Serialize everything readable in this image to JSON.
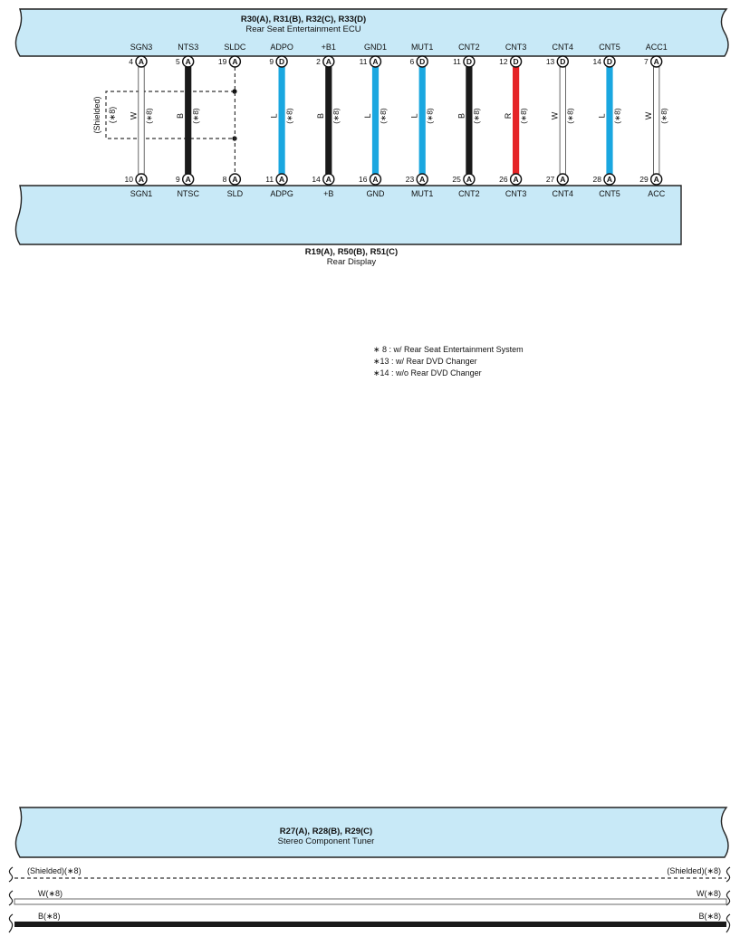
{
  "ecu": {
    "connectors": "R30(A), R31(B), R32(C), R33(D)",
    "name": "Rear Seat Entertainment ECU"
  },
  "display": {
    "connectors": "R19(A), R50(B), R51(C)",
    "name": "Rear Display"
  },
  "tuner": {
    "connectors": "R27(A), R28(B), R29(C)",
    "name": "Stereo Component Tuner"
  },
  "colors": {
    "box_fill": "#c8e9f7",
    "W": "#ffffff",
    "B": "#1a1a1a",
    "L": "#1aa7e0",
    "R": "#e52427"
  },
  "wires": [
    {
      "top_name": "SGN3",
      "top_pin": "4",
      "top_conn": "A",
      "bot_name": "SGN1",
      "bot_pin": "10",
      "bot_conn": "A",
      "color": "W",
      "note": "(∗8)"
    },
    {
      "top_name": "NTS3",
      "top_pin": "5",
      "top_conn": "A",
      "bot_name": "NTSC",
      "bot_pin": "9",
      "bot_conn": "A",
      "color": "B",
      "note": "(∗8)"
    },
    {
      "top_name": "SLDC",
      "top_pin": "19",
      "top_conn": "A",
      "bot_name": "SLD",
      "bot_pin": "8",
      "bot_conn": "A",
      "color": "",
      "note": ""
    },
    {
      "top_name": "ADPO",
      "top_pin": "9",
      "top_conn": "D",
      "bot_name": "ADPG",
      "bot_pin": "11",
      "bot_conn": "A",
      "color": "L",
      "note": "(∗8)"
    },
    {
      "top_name": "+B1",
      "top_pin": "2",
      "top_conn": "A",
      "bot_name": "+B",
      "bot_pin": "14",
      "bot_conn": "A",
      "color": "B",
      "note": "(∗8)"
    },
    {
      "top_name": "GND1",
      "top_pin": "11",
      "top_conn": "A",
      "bot_name": "GND",
      "bot_pin": "16",
      "bot_conn": "A",
      "color": "L",
      "note": "(∗8)"
    },
    {
      "top_name": "MUT1",
      "top_pin": "6",
      "top_conn": "D",
      "bot_name": "MUT1",
      "bot_pin": "23",
      "bot_conn": "A",
      "color": "L",
      "note": "(∗8)"
    },
    {
      "top_name": "CNT2",
      "top_pin": "11",
      "top_conn": "D",
      "bot_name": "CNT2",
      "bot_pin": "25",
      "bot_conn": "A",
      "color": "B",
      "note": "(∗8)"
    },
    {
      "top_name": "CNT3",
      "top_pin": "12",
      "top_conn": "D",
      "bot_name": "CNT3",
      "bot_pin": "26",
      "bot_conn": "A",
      "color": "R",
      "note": "(∗8)"
    },
    {
      "top_name": "CNT4",
      "top_pin": "13",
      "top_conn": "D",
      "bot_name": "CNT4",
      "bot_pin": "27",
      "bot_conn": "A",
      "color": "W",
      "note": "(∗8)"
    },
    {
      "top_name": "CNT5",
      "top_pin": "14",
      "top_conn": "D",
      "bot_name": "CNT5",
      "bot_pin": "28",
      "bot_conn": "A",
      "color": "L",
      "note": "(∗8)"
    },
    {
      "top_name": "ACC1",
      "top_pin": "7",
      "top_conn": "A",
      "bot_name": "ACC",
      "bot_pin": "29",
      "bot_conn": "A",
      "color": "W",
      "note": "(∗8)"
    }
  ],
  "shield": {
    "label": "(Shielded)",
    "note": "(∗8)"
  },
  "notes": [
    "∗ 8 : w/ Rear Seat Entertainment System",
    "∗13 : w/ Rear DVD Changer",
    "∗14 : w/o Rear DVD Changer"
  ],
  "bottom_lines": [
    {
      "label": "(Shielded)(∗8)",
      "style": "dashed"
    },
    {
      "label": "W(∗8)",
      "style": "white"
    },
    {
      "label": "B(∗8)",
      "style": "black"
    }
  ]
}
